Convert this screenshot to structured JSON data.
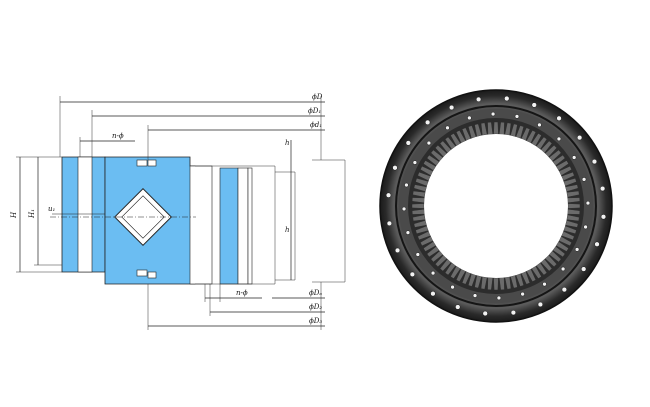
{
  "drawing": {
    "labels": {
      "D": "ϕD",
      "D1": "ϕD₁",
      "d1": "ϕd₁",
      "Da": "ϕDₐ",
      "D2": "ϕD₂",
      "D3": "ϕD₃",
      "n_phi_top": "n-ϕ",
      "n_phi_bottom": "n-ϕ",
      "H": "H",
      "H1": "H₁",
      "h_top": "h",
      "h_bottom": "h",
      "u1": "u₁"
    }
  },
  "colors": {
    "section_fill": "#6bbdf2",
    "bearing_dark": "#2a2a2a",
    "bearing_mid": "#5a5a5a",
    "line": "#222222"
  },
  "icons": [
    "hole-icon",
    "gear-teeth-icon"
  ]
}
